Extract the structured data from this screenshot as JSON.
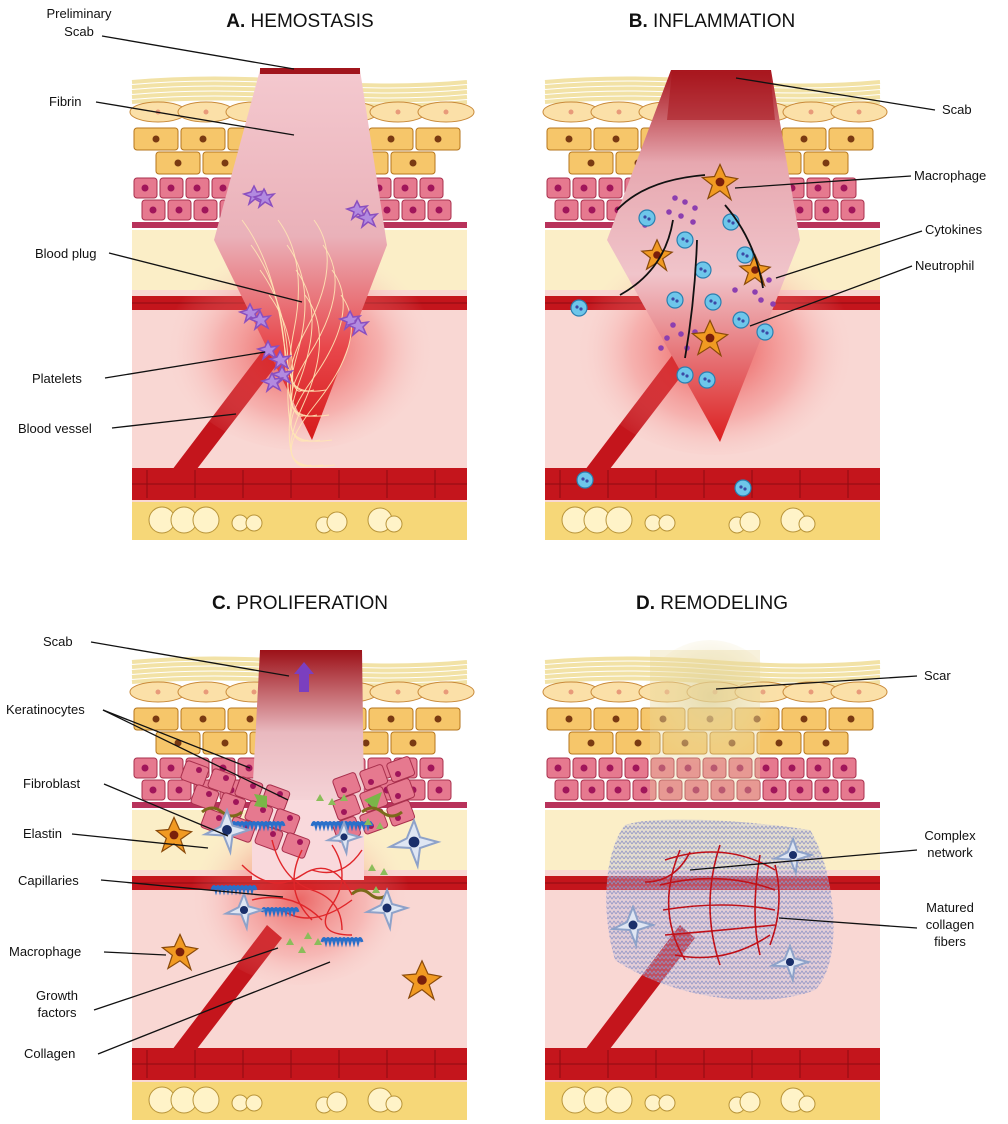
{
  "panels": [
    {
      "letter": "A.",
      "title": "HEMOSTASIS",
      "labels": [
        "Preliminary",
        "Scab",
        "Fibrin",
        "Blood plug",
        "Platelets",
        "Blood vessel"
      ]
    },
    {
      "letter": "B.",
      "title": "INFLAMMATION",
      "labels": [
        "Scab",
        "Macrophage",
        "Cytokines",
        "Neutrophil"
      ]
    },
    {
      "letter": "C.",
      "title": "PROLIFERATION",
      "labels": [
        "Scab",
        "Keratinocytes",
        "Fibroblast",
        "Elastin",
        "Capillaries",
        "Macrophage",
        "Growth",
        "factors",
        "Collagen"
      ]
    },
    {
      "letter": "D.",
      "title": "REMODELING",
      "labels": [
        "Scar",
        "Complex",
        "network",
        "Matured",
        "collagen",
        "fibers"
      ]
    }
  ],
  "colors": {
    "dermis": "#f9d7d3",
    "blood": "#c4151c",
    "fat": "#f6d778",
    "cell_pink": "#e6798f",
    "cell_yellow": "#f6c66a",
    "platelet": "#8a4fbf",
    "neutrophil": "#6ec6ea",
    "macrophage": "#f19a22",
    "fibroblast": "#8ea2c9",
    "collagen": "#2a6fc9",
    "elastin": "#7b6a1b",
    "growth_factor": "#8bbd5a",
    "keratinocyte_arrow": "#7ab648",
    "scab_arrow": "#7b3fbf"
  },
  "icons": [
    "platelet-icon",
    "neutrophil-icon",
    "macrophage-icon",
    "fibroblast-icon",
    "collagen-icon",
    "elastin-icon",
    "growth-factor-icon",
    "arrow-icon"
  ]
}
